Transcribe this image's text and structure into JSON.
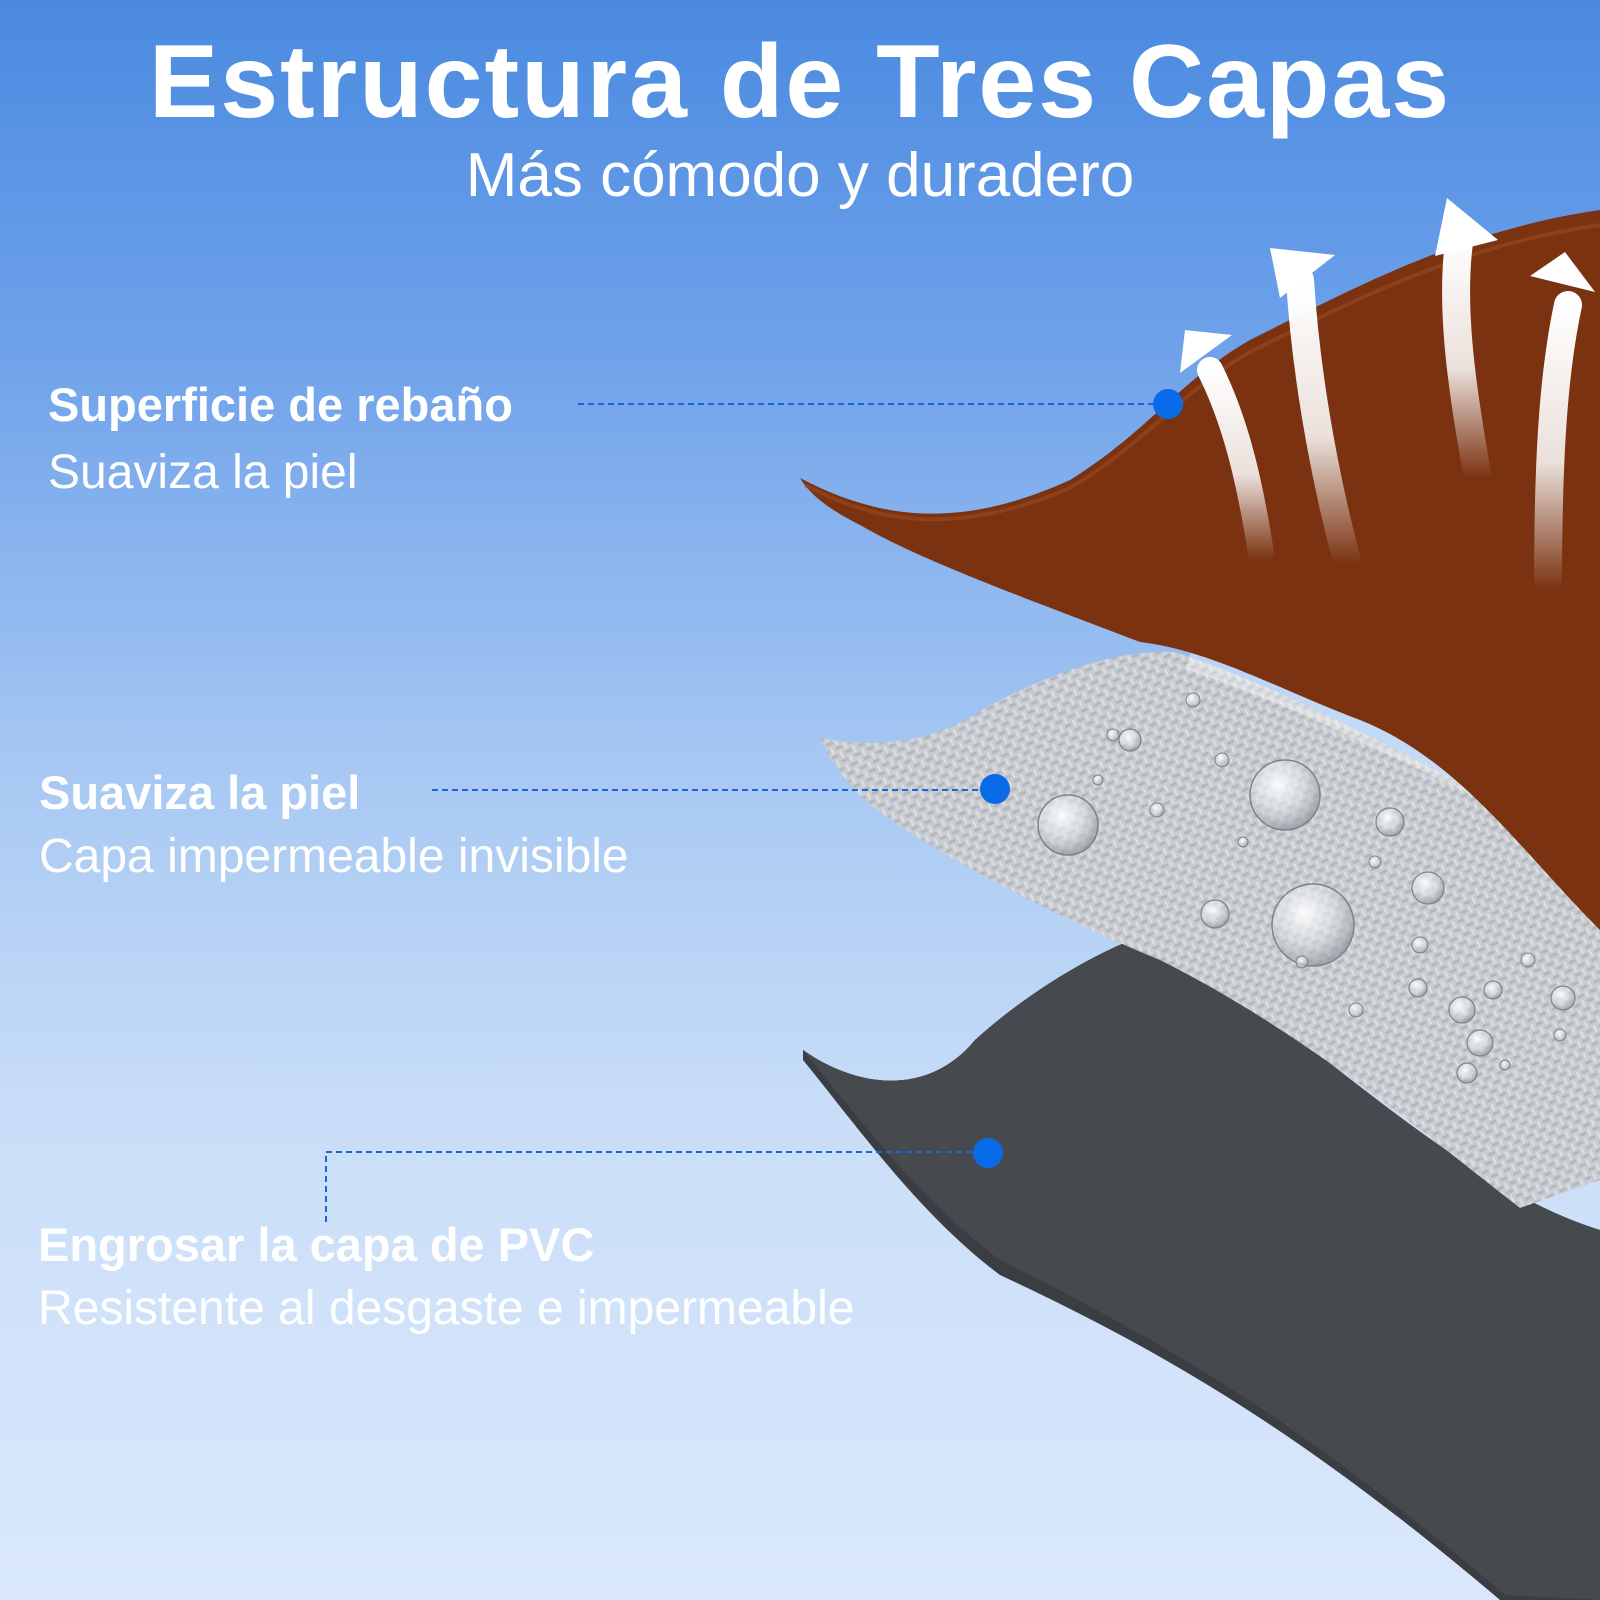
{
  "title": "Estructura de Tres Capas",
  "subtitle": "Más cómodo y duradero",
  "layers": [
    {
      "heading": "Superficie de rebaño",
      "description": "Suaviza la piel"
    },
    {
      "heading": "Suaviza la piel",
      "description": "Capa impermeable invisible"
    },
    {
      "heading": "Engrosar la capa de PVC",
      "description": "Resistente al desgaste e impermeable"
    }
  ],
  "colors": {
    "flock_layer": "#7a3210",
    "waterproof_layer": "#c9cdd2",
    "pvc_layer": "#45484c",
    "marker_dot": "#0a6be8",
    "text": "#ffffff"
  },
  "icons": [
    "airflow-arrow-icon",
    "water-droplet-icon"
  ]
}
